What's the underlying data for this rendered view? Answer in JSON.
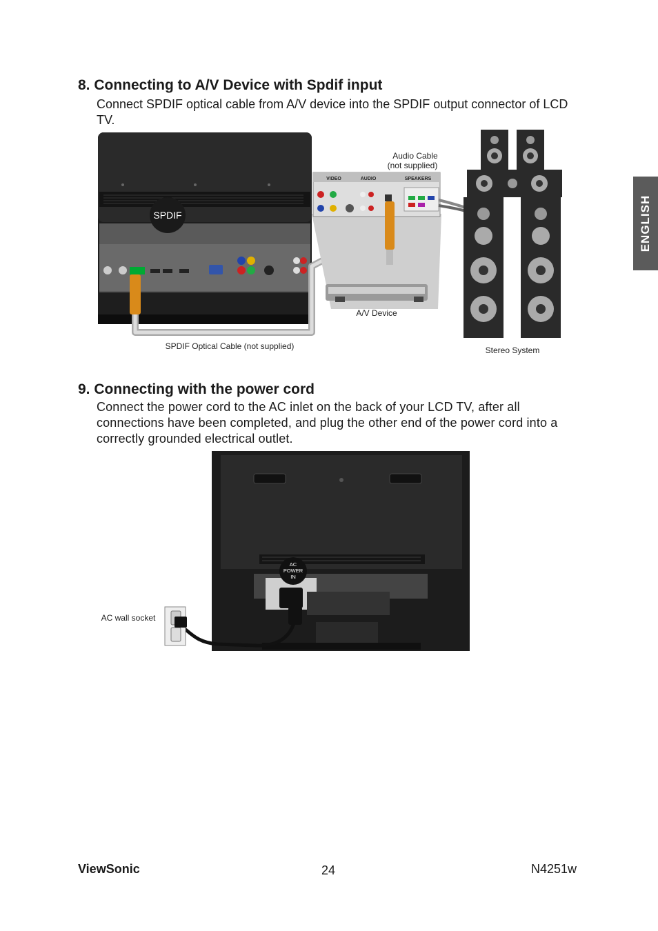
{
  "side_tab": {
    "label": "ENGLISH"
  },
  "section8": {
    "title": "8. Connecting to A/V Device with Spdif input",
    "text": "Connect SPDIF optical cable from A/V device into the SPDIF output connector of LCD TV.",
    "diagram": {
      "spdif_badge": "SPDIF",
      "audio_cable_caption_1": "Audio Cable",
      "audio_cable_caption_2": "(not supplied)",
      "av_device_caption": "A/V Device",
      "optical_cable_caption": "SPDIF Optical Cable (not supplied)",
      "stereo_caption": "Stereo System",
      "panel_video": "VIDEO",
      "panel_audio": "AUDIO",
      "panel_speakers": "SPEAKERS"
    }
  },
  "section9": {
    "title": "9. Connecting with the power cord",
    "text": "Connect the power cord to the AC inlet on the back of your LCD TV, after all connections have been completed, and plug the other end of the power cord into a correctly grounded electrical outlet.",
    "diagram": {
      "ac_power_1": "AC",
      "ac_power_2": "POWER",
      "ac_power_3": "IN",
      "wall_socket_caption": "AC wall socket"
    }
  },
  "footer": {
    "brand": "ViewSonic",
    "page": "24",
    "model": "N4251w"
  }
}
